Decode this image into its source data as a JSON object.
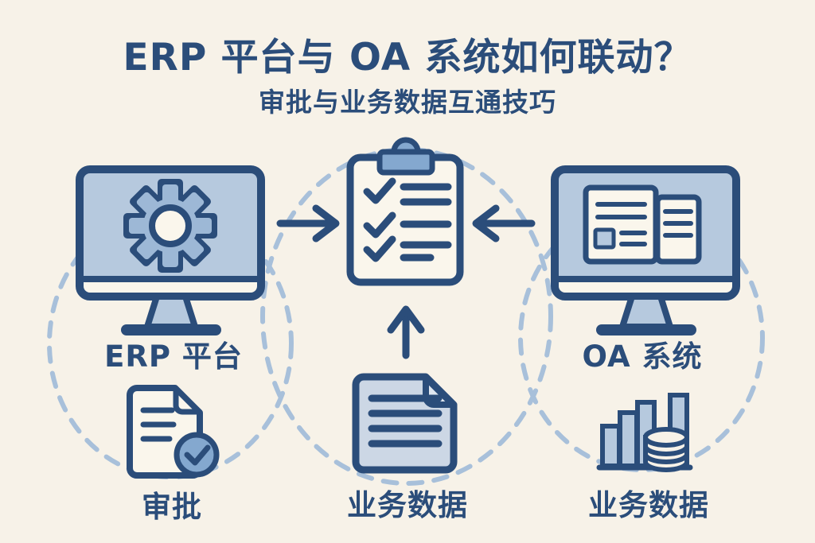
{
  "header": {
    "title": "ERP 平台与 OA 系统如何联动？",
    "subtitle": "审批与业务数据互通技巧"
  },
  "nodes": {
    "erp": {
      "label": "ERP 平台",
      "icon": "monitor-gear-icon"
    },
    "oa": {
      "label": "OA 系统",
      "icon": "monitor-documents-icon"
    },
    "clipboard": {
      "icon": "clipboard-checklist-icon",
      "checklist_rows": 3
    },
    "approval": {
      "label": "审批",
      "icon": "document-check-icon"
    },
    "business_data_center": {
      "label": "业务数据",
      "icon": "document-lines-icon"
    },
    "business_data_right": {
      "label": "业务数据",
      "icon": "bar-chart-coins-icon"
    }
  },
  "connections": [
    {
      "from": "erp",
      "to": "clipboard",
      "icon": "arrow-right-icon"
    },
    {
      "from": "oa",
      "to": "clipboard",
      "icon": "arrow-left-icon"
    },
    {
      "from": "business_data_center",
      "to": "clipboard",
      "icon": "arrow-up-icon"
    }
  ],
  "decorations": [
    "dashed-circle-left",
    "dashed-circle-center",
    "dashed-circle-right"
  ],
  "colors": {
    "background": "#f7f2e8",
    "navy": "#2b4d7a",
    "screen-blue": "#b6c9de",
    "medium-blue": "#9db8d6",
    "clip-blue": "#84a8cf",
    "dash-blue": "#a8c0da",
    "paper": "#faf6ec",
    "doc-gray-blue": "#ccd7e5",
    "fold-light": "#dfe7f0"
  }
}
